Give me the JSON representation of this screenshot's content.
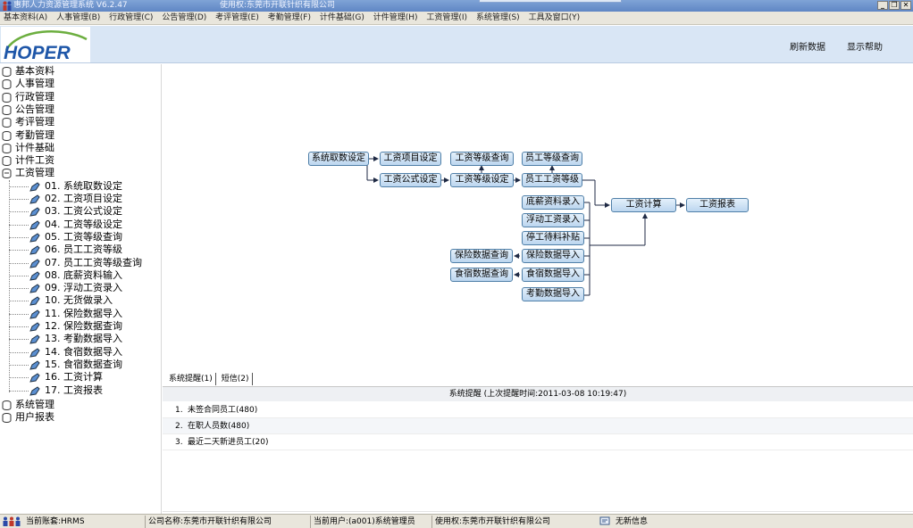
{
  "titlebar": {
    "title": "惠邦人力资源管理系统 V6.2.47",
    "licensee": "使用权:东莞市开联针织有限公司",
    "minimize": "_",
    "restore": "❐",
    "close": "✕"
  },
  "menu": [
    "基本资料(A)",
    "人事管理(B)",
    "行政管理(C)",
    "公告管理(D)",
    "考评管理(E)",
    "考勤管理(F)",
    "计件基础(G)",
    "计件管理(H)",
    "工资管理(I)",
    "系统管理(S)",
    "工具及窗口(Y)"
  ],
  "banner": {
    "logo_text": "HOPER",
    "refresh": "刷新数据",
    "help": "显示帮助"
  },
  "tree": {
    "top_before": [
      "基本资料",
      "人事管理",
      "行政管理",
      "公告管理",
      "考评管理",
      "考勤管理",
      "计件基础",
      "计件工资"
    ],
    "expanded": "工资管理",
    "children": [
      "01. 系统取数设定",
      "02. 工资项目设定",
      "03. 工资公式设定",
      "04. 工资等级设定",
      "05. 工资等级查询",
      "06. 员工工资等级",
      "07. 员工工资等级查询",
      "08. 底薪资料输入",
      "09. 浮动工资录入",
      "10. 无货做录入",
      "11. 保险数据导入",
      "12. 保险数据查询",
      "13. 考勤数据导入",
      "14. 食宿数据导入",
      "15. 食宿数据查询",
      "16. 工资计算",
      "17. 工资报表"
    ],
    "top_after": [
      "系统管理",
      "用户报表"
    ]
  },
  "flow": {
    "system_fetch": "系统取数设定",
    "item_setting": "工资项目设定",
    "formula_setting": "工资公式设定",
    "level_query": "工资等级查询",
    "level_setting": "工资等级设定",
    "emp_level_query": "员工等级查询",
    "emp_level": "员工工资等级",
    "base_salary_input": "底薪资料录入",
    "float_salary_input": "浮动工资录入",
    "stop_work_subsidy": "停工待料补贴",
    "insurance_import": "保险数据导入",
    "insurance_query": "保险数据查询",
    "board_import": "食宿数据导入",
    "board_query": "食宿数据查询",
    "attendance_import": "考勤数据导入",
    "salary_calc": "工资计算",
    "salary_report": "工资报表"
  },
  "tabs": [
    "系统提醒(1)",
    "短信(2)"
  ],
  "reminder": {
    "header": "系统提醒 (上次提醒时间:2011-03-08 10:19:47)",
    "items": [
      {
        "num": "1.",
        "text": "未签合同员工(480)"
      },
      {
        "num": "2.",
        "text": "在职人员数(480)"
      },
      {
        "num": "3.",
        "text": "最近二天新进员工(20)"
      }
    ]
  },
  "status": {
    "account": "当前账套:HRMS",
    "company": "公司名称:东莞市开联针织有限公司",
    "user": "当前用户:(a001)系统管理员",
    "license": "使用权:东莞市开联针织有限公司",
    "message": "无新信息"
  }
}
